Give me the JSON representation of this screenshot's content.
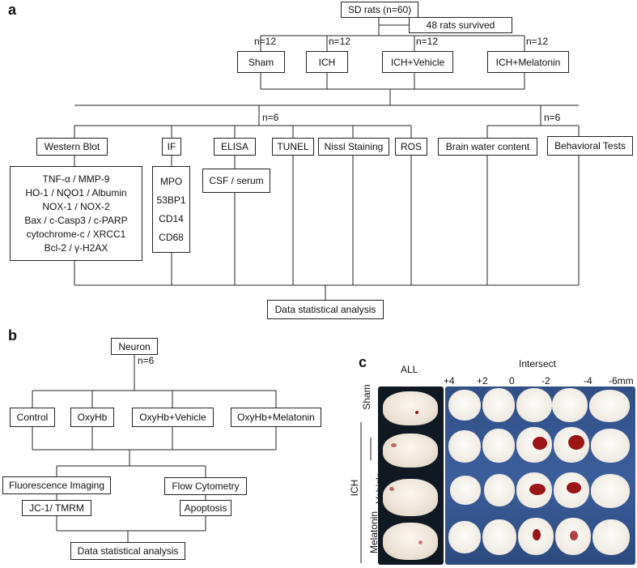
{
  "panels": {
    "a": "a",
    "b": "b",
    "c": "c"
  },
  "panel_a": {
    "root": "SD rats (n=60)",
    "survived": "48 rats survived",
    "groups": [
      {
        "n": "n=12",
        "label": "Sham"
      },
      {
        "n": "n=12",
        "label": "ICH"
      },
      {
        "n": "n=12",
        "label": "ICH+Vehicle"
      },
      {
        "n": "n=12",
        "label": "ICH+Melatonin"
      }
    ],
    "split_left": "n=6",
    "split_right": "n=6",
    "assays": [
      "Western Blot",
      "IF",
      "ELISA",
      "TUNEL",
      "Nissl Staining",
      "ROS",
      "Brain water content",
      "Behavioral Tests"
    ],
    "western_targets": [
      "TNF-α / MMP-9",
      "HO-1 / NQO1 / Albumin",
      "NOX-1 / NOX-2",
      "Bax / c-Casp3 / c-PARP",
      "cytochrome-c / XRCC1",
      "Bcl-2 / γ-H2AX"
    ],
    "if_targets": [
      "MPO",
      "53BP1",
      "CD14",
      "CD68"
    ],
    "elisa_sample": "CSF / serum",
    "final": "Data statistical analysis"
  },
  "panel_b": {
    "root": "Neuron",
    "n": "n=6",
    "groups": [
      "Control",
      "OxyHb",
      "OxyHb+Vehicle",
      "OxyHb+Melatonin"
    ],
    "methods": [
      {
        "label": "Fluorescence Imaging",
        "detail": "JC-1/ TMRM"
      },
      {
        "label": "Flow Cytometry",
        "detail": "Apoptosis"
      }
    ],
    "final": "Data statistical analysis"
  },
  "panel_c": {
    "all_label": "ALL",
    "intersect_label": "Intersect",
    "positions": [
      "+4",
      "+2",
      "0",
      "-2",
      "-4",
      "-6mm"
    ],
    "rows": [
      "Sham",
      "Vehicle",
      "Melatonin"
    ],
    "group_label": "ICH",
    "colors": {
      "background": "#3b5e9b",
      "blood": "#9b1416"
    }
  }
}
